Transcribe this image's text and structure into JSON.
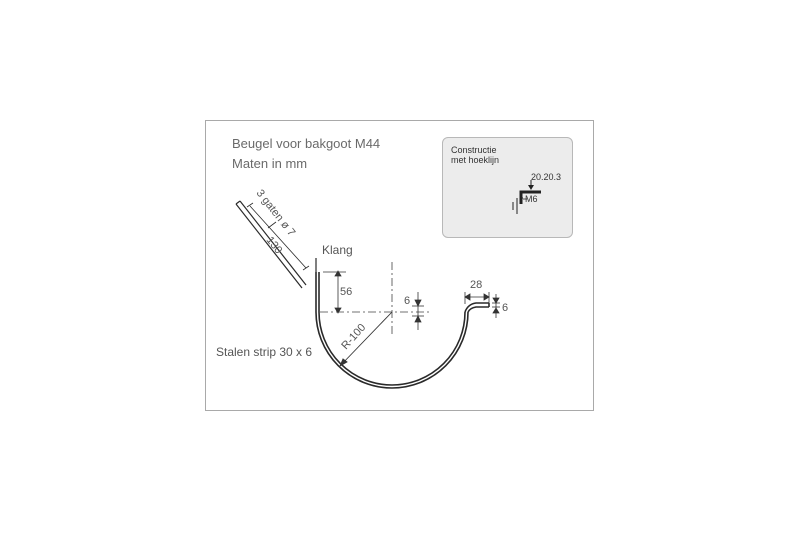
{
  "title": {
    "line1": "Beugel voor bakgoot M44",
    "line2": "Maten in mm"
  },
  "inset": {
    "heading_line1": "Constructie",
    "heading_line2": "met hoeklijn",
    "profile_label": "20.20.3",
    "bolt_label": "M6"
  },
  "labels": {
    "holes": "3 gaten ø 7",
    "arm_length": "130",
    "clamp": "Klang",
    "drop": "56",
    "radius": "R-100",
    "strip": "Stalen strip 30 x 6",
    "offset_center": "6",
    "lip_width": "28",
    "lip_height": "6"
  },
  "colors": {
    "line": "#2a2a2a",
    "text": "#555555",
    "frame": "#a9a9a9",
    "inset_bg": "#ececec"
  }
}
